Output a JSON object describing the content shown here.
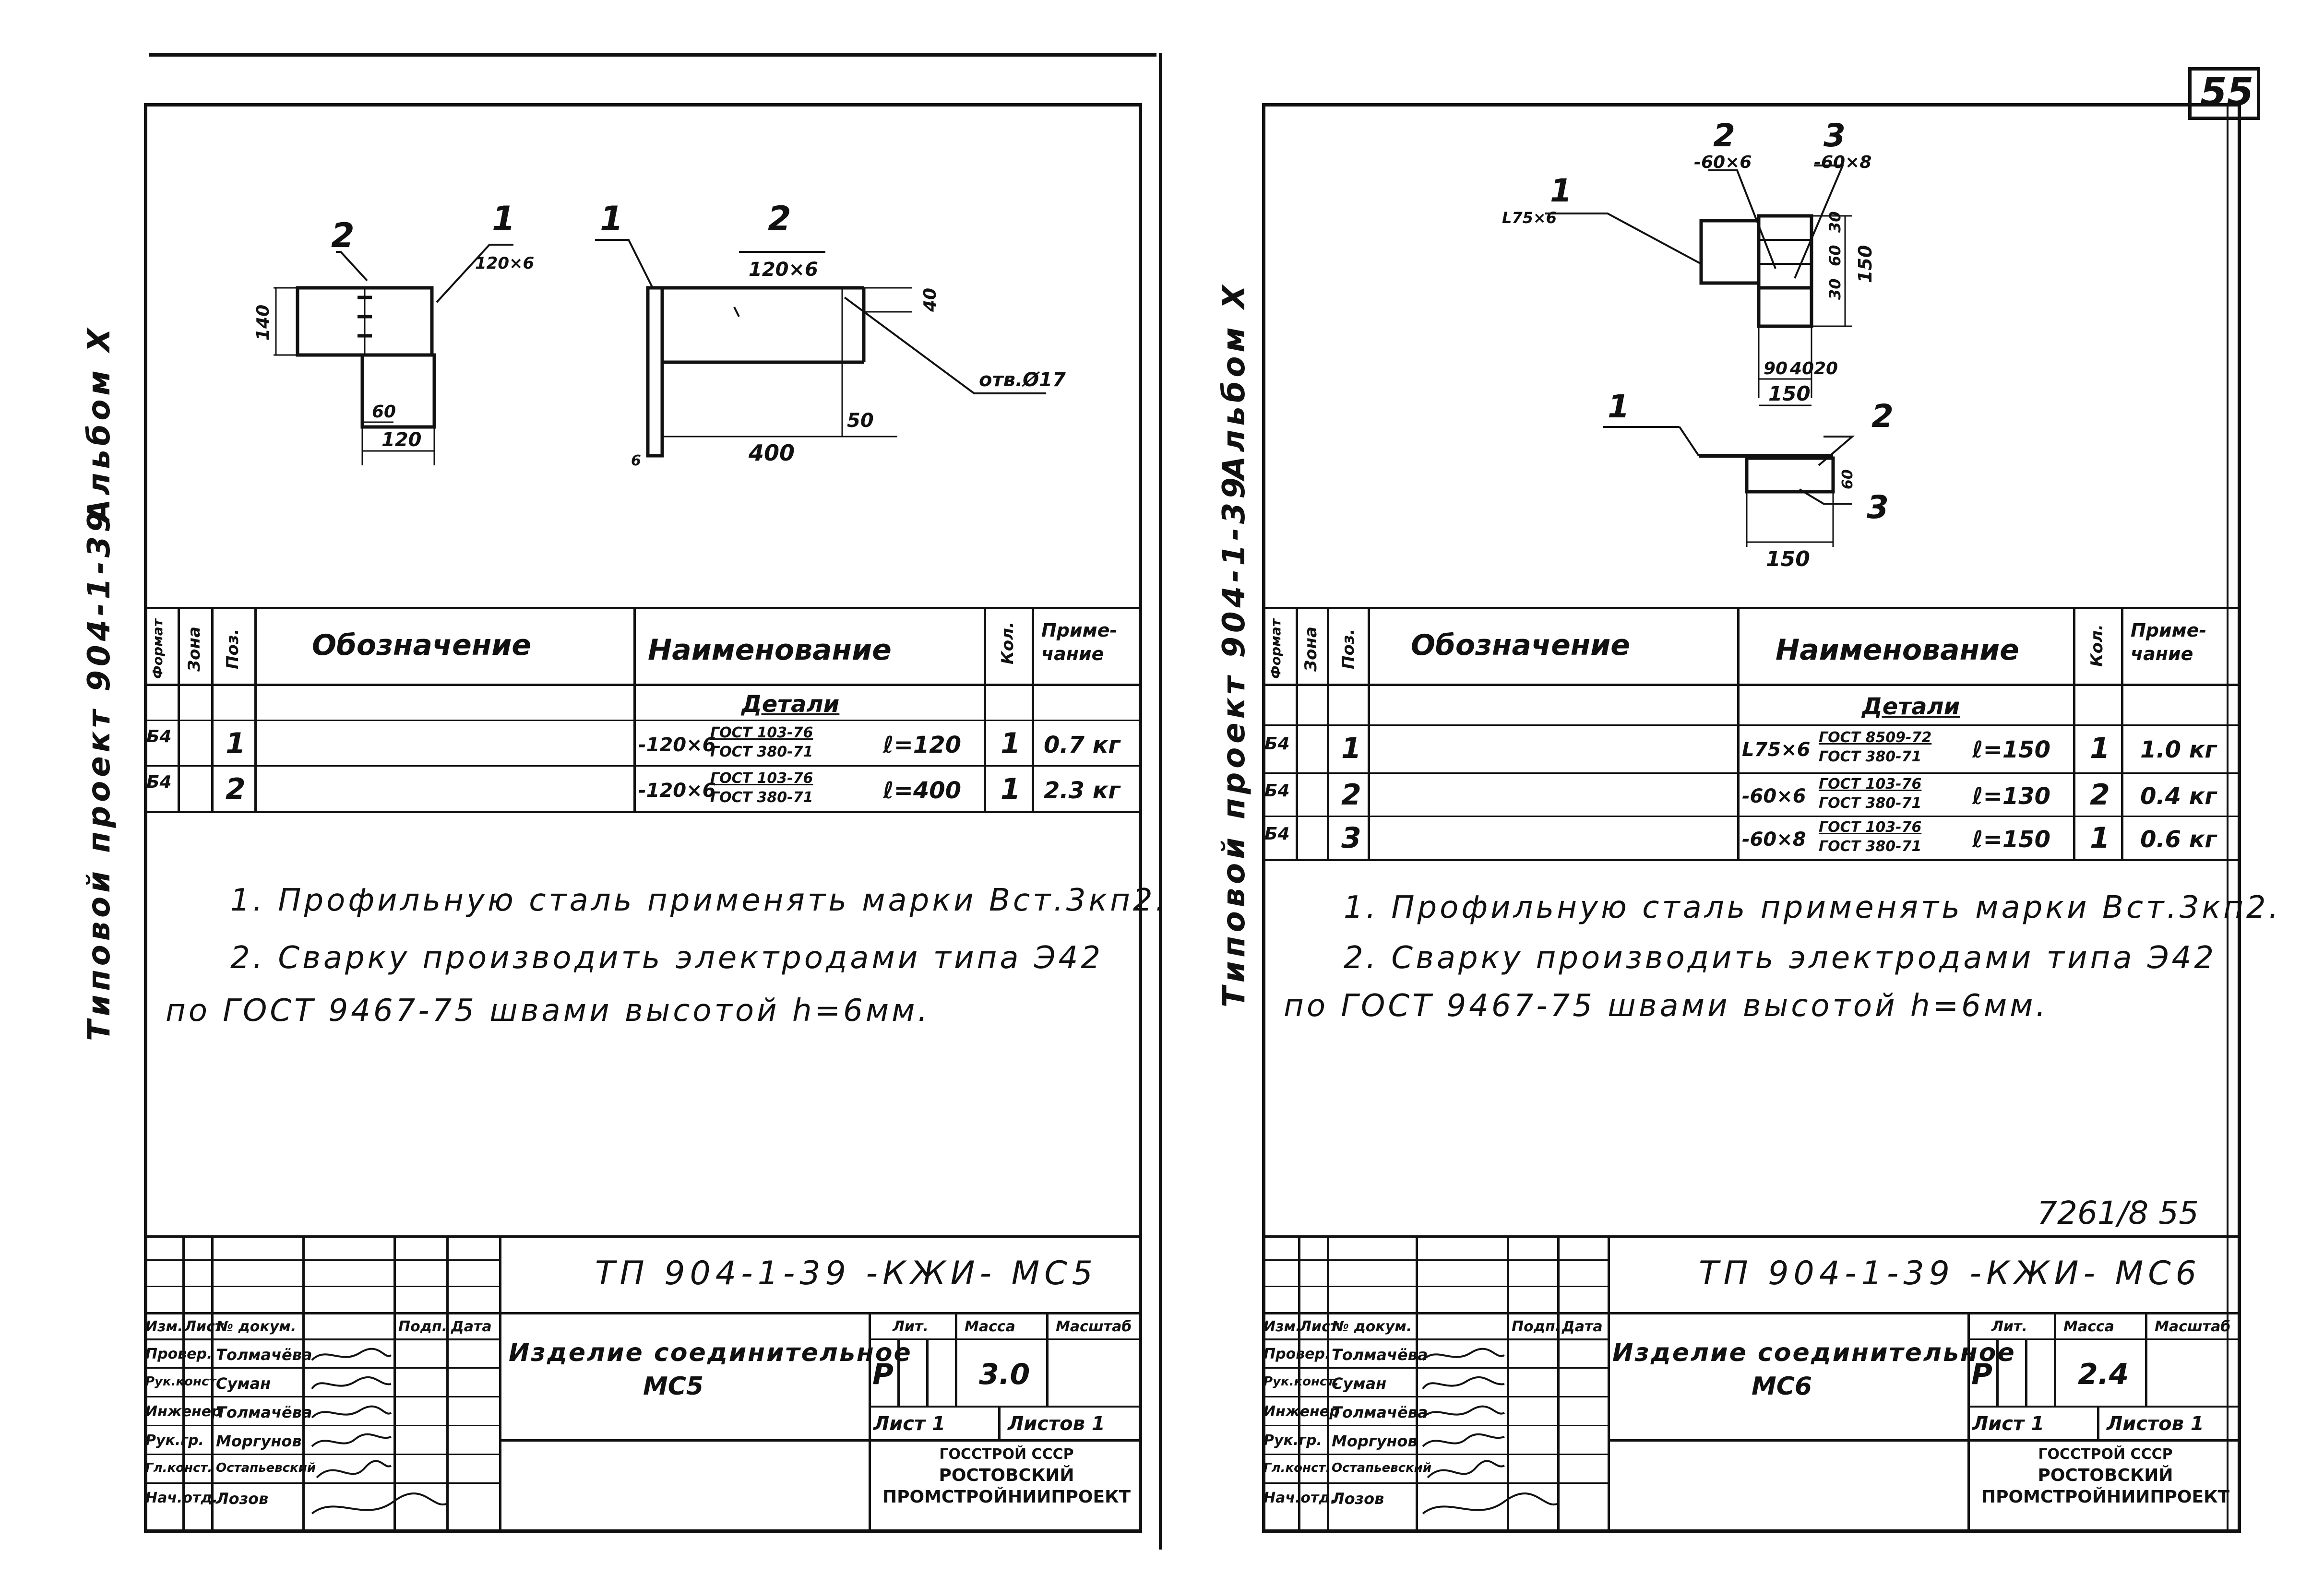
{
  "page_number": "55",
  "left": {
    "side_title": {
      "project": "Типовой проект 904-1-39",
      "album": "Альбом Х"
    },
    "drawing_labels": {
      "pos1_a": "1",
      "pos1_a_size": "120×6",
      "pos2_a": "2",
      "dim_a1": "140",
      "dim_a2": "60",
      "dim_a3": "120",
      "pos1_b": "1",
      "pos2_b": "2",
      "pos2_b_size": "120×6",
      "dim_b1": "400",
      "dim_b2": "50",
      "dim_b3": "40",
      "hole": "отв.Ø17",
      "dim_b4": "6"
    },
    "table": {
      "headers": {
        "format": "Формат",
        "zone": "Зона",
        "pos": "Поз.",
        "designation": "Обозначение",
        "name": "Наименование",
        "qty": "Кол.",
        "note": "Приме-чание"
      },
      "section": "Детали",
      "rows": [
        {
          "format": "Б4",
          "pos": "1",
          "section": "-120×6",
          "gost1": "ГОСТ 103-76",
          "gost2": "ГОСТ 380-71",
          "len": "ℓ=120",
          "qty": "1",
          "note": "0.7 кг"
        },
        {
          "format": "Б4",
          "pos": "2",
          "section": "-120×6",
          "gost1": "ГОСТ 103-76",
          "gost2": "ГОСТ 380-71",
          "len": "ℓ=400",
          "qty": "1",
          "note": "2.3 кг"
        }
      ]
    },
    "notes": [
      "1. Профильную сталь применять марки Вст.3кп2.",
      "2. Сварку производить электродами типа Э42",
      "по ГОСТ 9467-75 швами высотой h=6мм."
    ],
    "title_block": {
      "code": "ТП 904-1-39 -КЖИ- МС5",
      "name_line1": "Изделие соединительное",
      "name_line2": "МС5",
      "stage": "Р",
      "mass": "3.0",
      "sheet": "Лист 1",
      "sheets": "Листов 1",
      "org1": "ГОССТРОЙ СССР",
      "org2": "РОСТОВСКИЙ",
      "org3": "ПРОМСТРОЙНИИПРОЕКТ",
      "h_izm": "Изм.",
      "h_list": "Лист",
      "h_doc": "№ докум.",
      "h_sign": "Подп.",
      "h_date": "Дата",
      "h_lit": "Лит.",
      "h_mass": "Масса",
      "h_scale": "Масштаб",
      "people": [
        {
          "role": "Провер.",
          "name": "Толмачёва"
        },
        {
          "role": "Рук.конст.",
          "name": "Суман"
        },
        {
          "role": "Инженер",
          "name": "Толмачёва"
        },
        {
          "role": "Рук.гр.",
          "name": "Моргунов"
        },
        {
          "role": "Гл.конст.",
          "name": "Остапьевский"
        },
        {
          "role": "Нач.отд.",
          "name": "Лозов"
        }
      ]
    }
  },
  "right": {
    "side_title": {
      "project": "Типовой проект 904-1-39",
      "album": "Альбом Х"
    },
    "drawing_labels": {
      "pos1_a": "1",
      "pos1_a_size": "L75×6",
      "pos2_a": "2",
      "pos2_a_size": "-60×6",
      "pos3_a": "3",
      "pos3_a_size": "-60×8",
      "dim_a1": "150",
      "dim_a2": "90",
      "dim_a3": "40",
      "dim_a4": "20",
      "dim_a5": "150",
      "dim_a6": "30",
      "dim_a7": "60",
      "dim_a8": "30",
      "pos1_b": "1",
      "pos2_b": "2",
      "pos3_b": "3",
      "dim_b1": "150",
      "dim_b2": "60"
    },
    "table": {
      "headers": {
        "format": "Формат",
        "zone": "Зона",
        "pos": "Поз.",
        "designation": "Обозначение",
        "name": "Наименование",
        "qty": "Кол.",
        "note": "Приме-чание"
      },
      "section": "Детали",
      "rows": [
        {
          "format": "Б4",
          "pos": "1",
          "section": "L75×6",
          "gost1": "ГОСТ 8509-72",
          "gost2": "ГОСТ 380-71",
          "len": "ℓ=150",
          "qty": "1",
          "note": "1.0 кг"
        },
        {
          "format": "Б4",
          "pos": "2",
          "section": "-60×6",
          "gost1": "ГОСТ 103-76",
          "gost2": "ГОСТ 380-71",
          "len": "ℓ=130",
          "qty": "2",
          "note": "0.4 кг"
        },
        {
          "format": "Б4",
          "pos": "3",
          "section": "-60×8",
          "gost1": "ГОСТ 103-76",
          "gost2": "ГОСТ 380-71",
          "len": "ℓ=150",
          "qty": "1",
          "note": "0.6 кг"
        }
      ]
    },
    "notes": [
      "1. Профильную сталь применять марки Вст.3кп2.",
      "2. Сварку производить электродами типа Э42",
      "по ГОСТ 9467-75 швами высотой h=6мм."
    ],
    "sheet_ref": "7261/8   55",
    "title_block": {
      "code": "ТП 904-1-39 -КЖИ- МС6",
      "name_line1": "Изделие соединительное",
      "name_line2": "МС6",
      "stage": "Р",
      "mass": "2.4",
      "sheet": "Лист 1",
      "sheets": "Листов 1",
      "org1": "ГОССТРОЙ СССР",
      "org2": "РОСТОВСКИЙ",
      "org3": "ПРОМСТРОЙНИИПРОЕКТ",
      "h_izm": "Изм.",
      "h_list": "Лист",
      "h_doc": "№ докум.",
      "h_sign": "Подп.",
      "h_date": "Дата",
      "h_lit": "Лит.",
      "h_mass": "Масса",
      "h_scale": "Масштаб",
      "people": [
        {
          "role": "Провер.",
          "name": "Толмачёва"
        },
        {
          "role": "Рук.конст.",
          "name": "Суман"
        },
        {
          "role": "Инженер",
          "name": "Толмачёва"
        },
        {
          "role": "Рук.гр.",
          "name": "Моргунов"
        },
        {
          "role": "Гл.конст.",
          "name": "Остапьевский"
        },
        {
          "role": "Нач.отд.",
          "name": "Лозов"
        }
      ]
    }
  }
}
